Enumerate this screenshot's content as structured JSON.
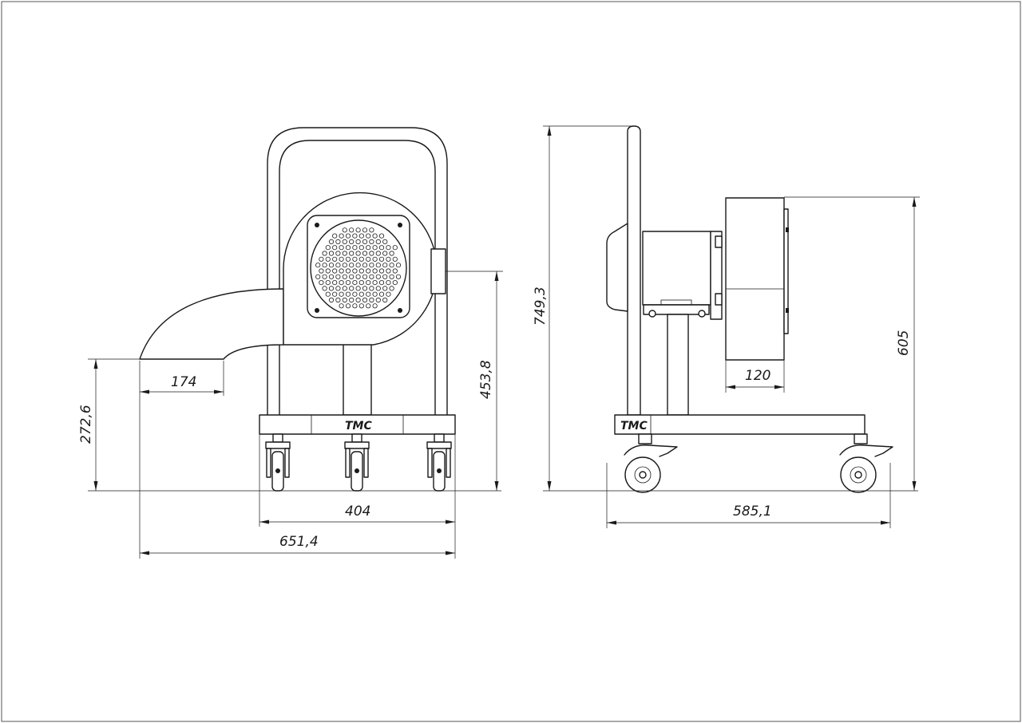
{
  "brand": "TMC",
  "dimensions": {
    "outlet_width": "174",
    "outlet_height": "272,6",
    "inlet_height": "453,8",
    "base_width": "404",
    "overall_width_front": "651,4",
    "overall_height": "749,3",
    "motor_height": "605",
    "motor_depth": "120",
    "overall_depth_side": "585,1"
  }
}
